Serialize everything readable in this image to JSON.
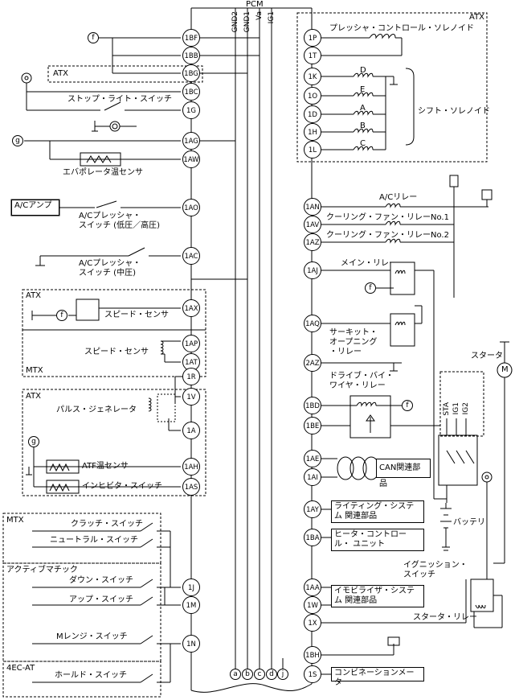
{
  "pcm": {
    "title": "PCM",
    "top_pins": [
      "GND2",
      "GND1",
      "Va",
      "IG1"
    ],
    "left_pins": [
      "1BF",
      "1BB",
      "1BG",
      "1BC",
      "1G",
      "1AG",
      "1AW",
      "1AO",
      "1AC",
      "1AX",
      "1AP",
      "1AT",
      "1R",
      "1V",
      "1A",
      "1AH",
      "1AS",
      "1J",
      "1M",
      "1N"
    ],
    "right_pins": [
      "1P",
      "1T",
      "1K",
      "1O",
      "1D",
      "1H",
      "1L",
      "1AN",
      "1AV",
      "1AZ",
      "1AJ",
      "1AQ",
      "2AZ",
      "1BD",
      "1BE",
      "1AE",
      "1AI",
      "1AY",
      "1BA",
      "1AA",
      "1W",
      "1X",
      "1BH",
      "1S"
    ],
    "bottom_terms": [
      "a",
      "b",
      "c",
      "d",
      "j"
    ]
  },
  "connectors": {
    "f": "f",
    "g": "g"
  },
  "left_labels": {
    "atx_tag_1": "ATX",
    "stop_light": "ストップ・ライト・スイッチ",
    "evap": "エバポレータ温センサ",
    "ac_amp": "A/Cアンプ",
    "ac_press_high": "A/Cプレッシャ・\nスイッチ (低圧／高圧)",
    "ac_press_mid": "A/Cプレッシャ・\nスイッチ (中圧)",
    "atx_tag_2": "ATX",
    "speed_sensor_atx": "スピード・センサ",
    "speed_sensor_mtx": "スピード・センサ",
    "mtx_tag_1": "MTX",
    "atx_tag_3": "ATX",
    "pulse_gen": "パルス・ジェネレータ",
    "atf_temp": "ATF温センサ",
    "inhibitor": "インヒビタ・スイッチ",
    "mtx_tag_2": "MTX",
    "clutch": "クラッチ・スイッチ",
    "neutral": "ニュートラル・スイッチ",
    "active_matic": "アクティブマチック",
    "down_sw": "ダウン・スイッチ",
    "up_sw": "アップ・スイッチ",
    "m_range": "Mレンジ・スイッチ",
    "ec_at": "4EC-AT",
    "hold_sw": "ホールド・スイッチ"
  },
  "right_labels": {
    "atx_tag": "ATX",
    "pressure_sol": "プレッシャ・コントロール・ソレノイド",
    "sol_d": "D",
    "sol_e": "E",
    "sol_a": "A",
    "sol_b": "B",
    "sol_c": "C",
    "shift_sol": "シフト・ソレノイド",
    "ac_relay": "A/Cリレー",
    "fan1": "クーリング・ファン・リレーNo.1",
    "fan2": "クーリング・ファン・リレーNo.2",
    "main_relay": "メイン・リレー",
    "circuit_open": "サーキット・\nオープニング\n・リレー",
    "dbw_relay": "ドライブ・バイ・\nワイヤ・リレー",
    "can": "CAN関連部品",
    "lighting": "ライティング・システム\n関連部品",
    "heater": "ヒータ・コントロール・\nユニット",
    "immobi": "イモビライザ・システム\n関連部品",
    "combi": "コンビネーションメータ",
    "starter": "スタータ",
    "sta": "STA",
    "ig1": "IG1",
    "ig2": "IG2",
    "battery": "バッテリ",
    "ign_sw": "イグニッション・\nスイッチ",
    "starter_relay": "スタータ・リレー",
    "motor": "M"
  }
}
